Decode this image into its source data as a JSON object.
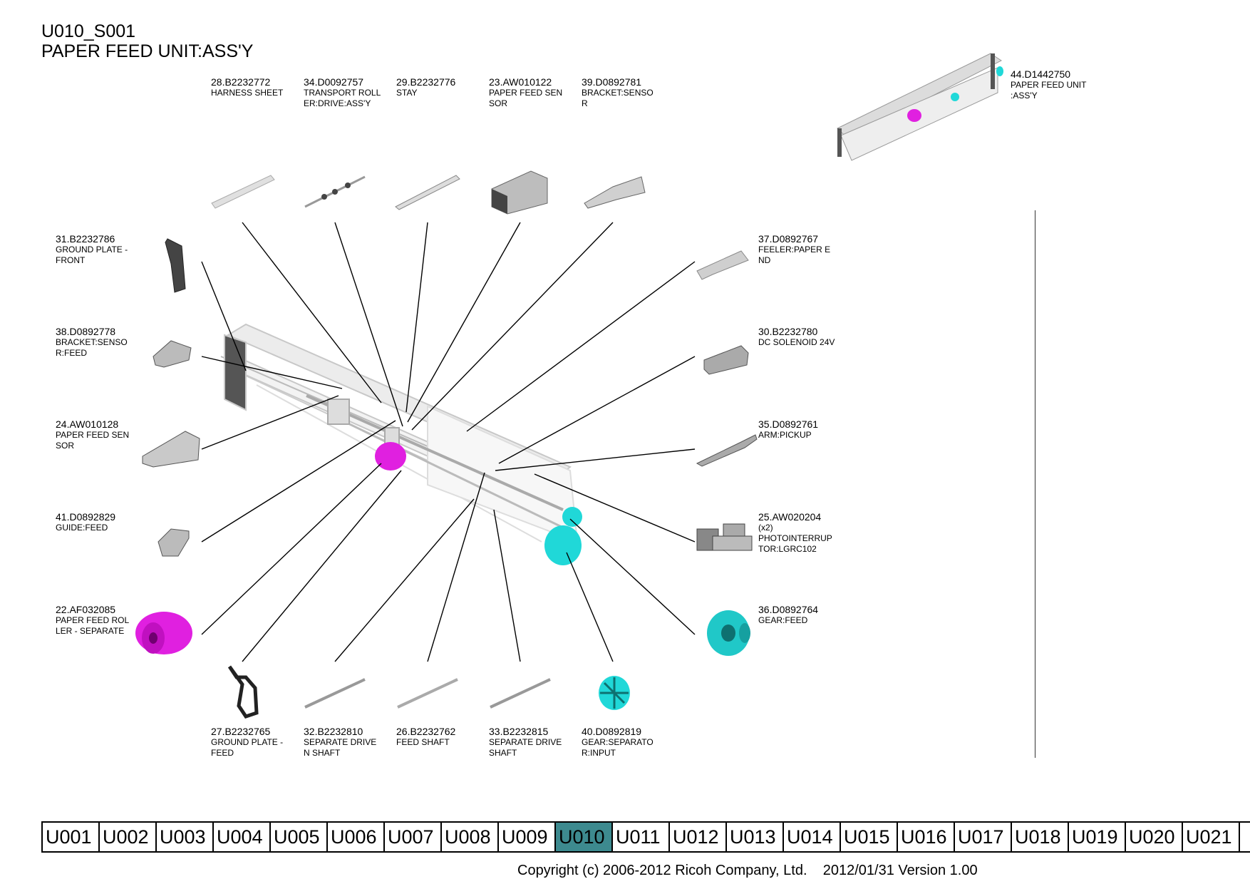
{
  "page": {
    "code": "U010_S001",
    "name": "PAPER FEED UNIT:ASS'Y"
  },
  "colors": {
    "magenta": "#e020e0",
    "cyan": "#20d8d8",
    "tab_active": "#3d8a8f"
  },
  "parts": [
    {
      "id": "p28",
      "no": "28.B2232772",
      "desc": "HARNESS SHEET"
    },
    {
      "id": "p34",
      "no": "34.D0092757",
      "desc": "TRANSPORT ROLL\nER:DRIVE:ASS'Y"
    },
    {
      "id": "p29",
      "no": "29.B2232776",
      "desc": "STAY"
    },
    {
      "id": "p23",
      "no": "23.AW010122",
      "desc": "PAPER FEED SEN\nSOR"
    },
    {
      "id": "p39",
      "no": "39.D0892781",
      "desc": "BRACKET:SENSO\nR"
    },
    {
      "id": "p44",
      "no": "44.D1442750",
      "desc": "PAPER FEED UNIT\n:ASS'Y"
    },
    {
      "id": "p31",
      "no": "31.B2232786",
      "desc": "GROUND PLATE -\nFRONT"
    },
    {
      "id": "p37",
      "no": "37.D0892767",
      "desc": "FEELER:PAPER E\nND"
    },
    {
      "id": "p38",
      "no": "38.D0892778",
      "desc": "BRACKET:SENSO\nR:FEED"
    },
    {
      "id": "p30",
      "no": "30.B2232780",
      "desc": "DC SOLENOID 24V"
    },
    {
      "id": "p24",
      "no": "24.AW010128",
      "desc": "PAPER FEED SEN\nSOR"
    },
    {
      "id": "p35",
      "no": "35.D0892761",
      "desc": "ARM:PICKUP"
    },
    {
      "id": "p41",
      "no": "41.D0892829",
      "desc": "GUIDE:FEED"
    },
    {
      "id": "p25",
      "no": "25.AW020204",
      "desc": "(x2)\nPHOTOINTERRUP\nTOR:LGRC102"
    },
    {
      "id": "p22",
      "no": "22.AF032085",
      "desc": "PAPER FEED ROL\nLER - SEPARATE"
    },
    {
      "id": "p36",
      "no": "36.D0892764",
      "desc": "GEAR:FEED"
    },
    {
      "id": "p27",
      "no": "27.B2232765",
      "desc": "GROUND PLATE -\nFEED"
    },
    {
      "id": "p32",
      "no": "32.B2232810",
      "desc": "SEPARATE DRIVE\nN SHAFT"
    },
    {
      "id": "p26",
      "no": "26.B2232762",
      "desc": "FEED SHAFT"
    },
    {
      "id": "p33",
      "no": "33.B2232815",
      "desc": "SEPARATE DRIVE\nSHAFT"
    },
    {
      "id": "p40",
      "no": "40.D0892819",
      "desc": "GEAR:SEPARATO\nR:INPUT"
    }
  ],
  "tabs": [
    "U001",
    "U002",
    "U003",
    "U004",
    "U005",
    "U006",
    "U007",
    "U008",
    "U009",
    "U010",
    "U011",
    "U012",
    "U013",
    "U014",
    "U015",
    "U016",
    "U017",
    "U018",
    "U019",
    "U020",
    "U021"
  ],
  "active_tab": "U010",
  "footer": {
    "copyright": "Copyright (c) 2006-2012 Ricoh Company, Ltd.    2012/01/31 Version 1.00"
  }
}
